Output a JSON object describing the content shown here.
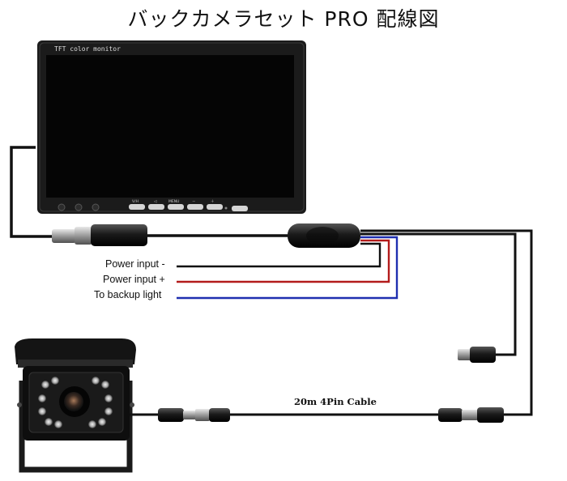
{
  "title": "バックカメラセット PRO 配線図",
  "monitor": {
    "label": "TFT color monitor",
    "buttons": [
      "V/H",
      "◁",
      "MENU",
      "－",
      "＋"
    ]
  },
  "wires": [
    {
      "label": "Power input -",
      "color": "#111111"
    },
    {
      "label": "Power input +",
      "color": "#b31b1b"
    },
    {
      "label": "To backup light",
      "color": "#1f2fb0"
    }
  ],
  "cable_label": "20m 4Pin Cable",
  "colors": {
    "cable": "#111111",
    "screen": "#050505",
    "bezel": "#1b1b1b"
  }
}
